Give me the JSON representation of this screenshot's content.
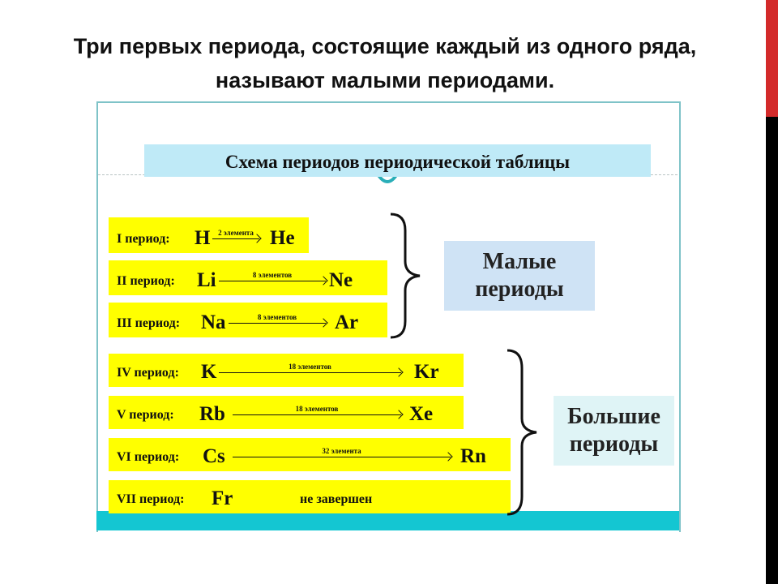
{
  "slide": {
    "title": "Три первых периода, состоящие каждый из одного ряда, называют малыми периодами."
  },
  "diagram": {
    "title": "Схема периодов периодической таблицы",
    "rows": [
      {
        "label": "I период:",
        "start": "H",
        "count": "2 элемента",
        "end": "He"
      },
      {
        "label": "II период:",
        "start": "Li",
        "count": "8 элементов",
        "end": "Ne"
      },
      {
        "label": "III период:",
        "start": "Na",
        "count": "8 элементов",
        "end": "Ar"
      },
      {
        "label": "IV период:",
        "start": "K",
        "count": "18 элементов",
        "end": "Kr"
      },
      {
        "label": "V период:",
        "start": "Rb",
        "count": "18 элементов",
        "end": "Xe"
      },
      {
        "label": "VI период:",
        "start": "Cs",
        "count": "32 элемента",
        "end": "Rn"
      },
      {
        "label": "VII период:",
        "start": "Fr",
        "note": "не завершен"
      }
    ],
    "groups": {
      "small": "Малые периоды",
      "large": "Большие периоды"
    }
  },
  "colors": {
    "row_fill": "#ffff00",
    "title_fill": "#bfeaf7",
    "accent_red": "#d32a2a",
    "teal": "#14c6d2"
  }
}
